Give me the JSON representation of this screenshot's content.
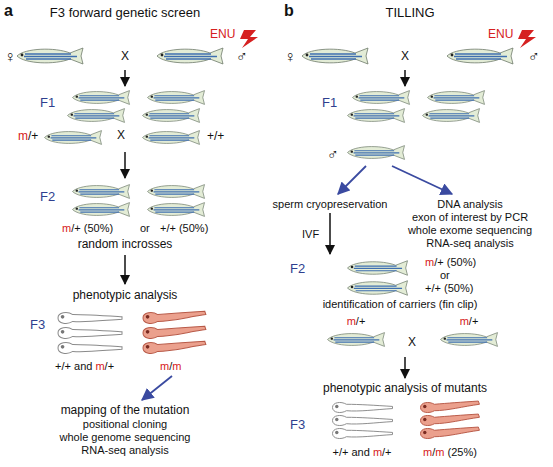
{
  "diagram": {
    "labels": [
      "a",
      "F3 forward genetic screen",
      "ENU",
      "♀",
      "X",
      "♂",
      "F1",
      "m/+",
      "X",
      "+/+",
      "F2",
      "m/+ (50%)",
      "or",
      "+/+ (50%)",
      "random incrosses",
      "phenotypic analysis",
      "F3",
      "+/+ and m/+",
      "m/m",
      "mapping of the mutation",
      "positional cloning",
      "whole genome sequencing",
      "RNA-seq analysis",
      "b",
      "TILLING",
      "ENU",
      "♀",
      "X",
      "♂",
      "F1",
      "♂",
      "sperm cryopreservation",
      "DNA analysis",
      "exon of interest by PCR",
      "whole exome sequencing",
      "RNA-seq analysis",
      "IVF",
      "F2",
      "m/+ (50%)",
      "or",
      "+/+ (50%)",
      "identification of carriers (fin clip)",
      "m/+",
      "X",
      "m/+",
      "phenotypic analysis of mutants",
      "F3",
      "+/+ and m/+",
      "m/m (25%)"
    ]
  }
}
